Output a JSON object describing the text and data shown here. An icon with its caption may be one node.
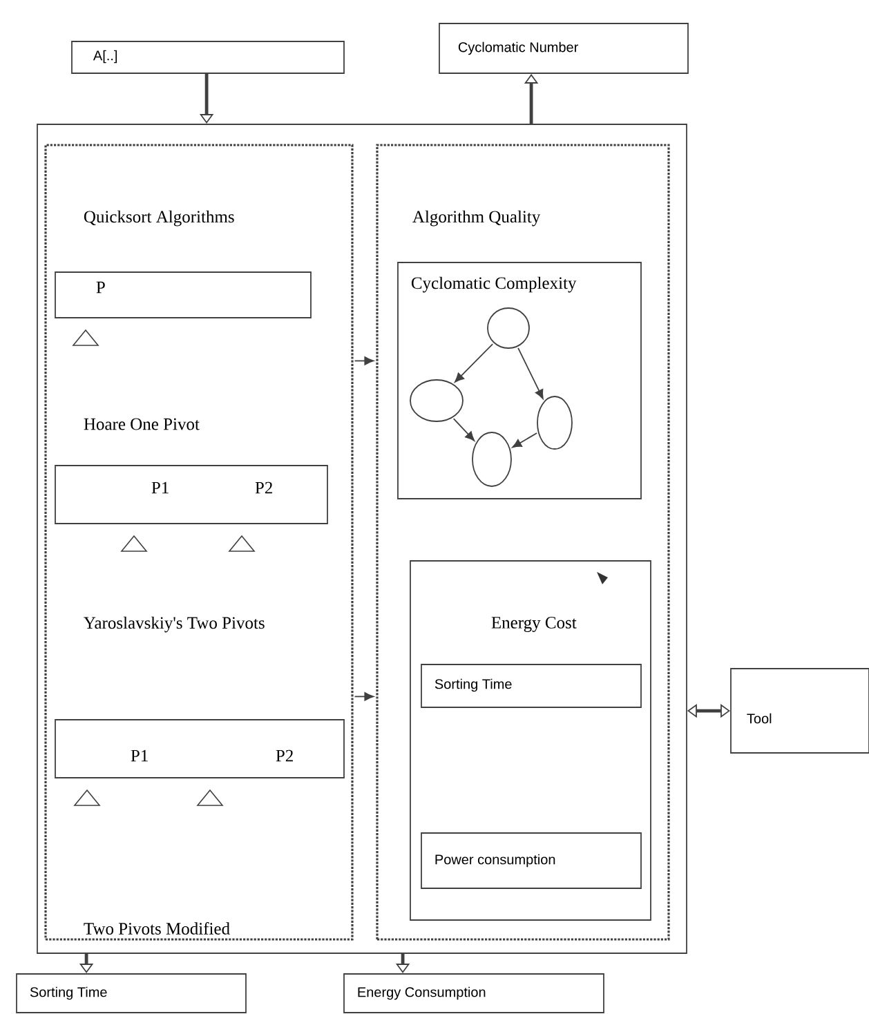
{
  "diagram": {
    "nodes": [
      {
        "text": [
          "A[..]"
        ]
      },
      {
        "text": [
          "Cyclomatic Number"
        ]
      },
      {
        "text": [],
        "shape": "box"
      },
      {
        "text": [
          "Quicksort Algorithms"
        ],
        "in": 2
      },
      {
        "text": [
          "P"
        ],
        "in": 3
      },
      {
        "text": [
          "P1",
          "P2"
        ],
        "in": 3
      },
      {
        "text": [
          "P1",
          "P2"
        ],
        "in": 3
      },
      {
        "text": [
          "Algorithm Quality"
        ],
        "in": 2
      },
      {
        "text": [
          "Cyclomatic Complexity"
        ],
        "in": 7
      },
      {
        "text": [],
        "shape": "circle",
        "in": 8
      },
      {
        "text": [],
        "shape": "circle",
        "in": 8
      },
      {
        "text": [],
        "shape": "circle",
        "in": 8
      },
      {
        "text": [],
        "shape": "circle",
        "in": 8
      },
      {
        "text": [
          "Energy Cost"
        ],
        "in": 7
      },
      {
        "text": [
          "Sorting Time"
        ],
        "in": 13
      },
      {
        "text": [
          "Power consumption"
        ],
        "in": 13
      },
      {
        "text": [
          "Tool"
        ]
      },
      {
        "text": [
          "Sorting Time"
        ]
      },
      {
        "text": [
          "Energy Consumption"
        ]
      }
    ],
    "edges": [
      {
        "from": 0,
        "to": 2,
        "arrow": "to",
        "style": "thick"
      },
      {
        "from": 2,
        "to": 1,
        "arrow": "to",
        "style": "thick"
      },
      {
        "from": 3,
        "to": 7,
        "arrow": "to"
      },
      {
        "from": 3,
        "to": 7,
        "arrow": "to"
      },
      {
        "from": 9,
        "to": 10,
        "arrow": "to"
      },
      {
        "from": 9,
        "to": 11,
        "arrow": "to"
      },
      {
        "from": 10,
        "to": 12,
        "arrow": "to"
      },
      {
        "from": 11,
        "to": 12,
        "arrow": "to"
      },
      {
        "from": 2,
        "to": 16,
        "arrow": "both",
        "style": "thick"
      },
      {
        "from": 2,
        "to": 17,
        "arrow": "to",
        "style": "thick"
      },
      {
        "from": 2,
        "to": 18,
        "arrow": "to",
        "style": "thick"
      }
    ],
    "labels": [
      "Hoare One Pivot",
      "Yaroslavskiy's Two Pivots",
      "Two Pivots Modified"
    ]
  }
}
